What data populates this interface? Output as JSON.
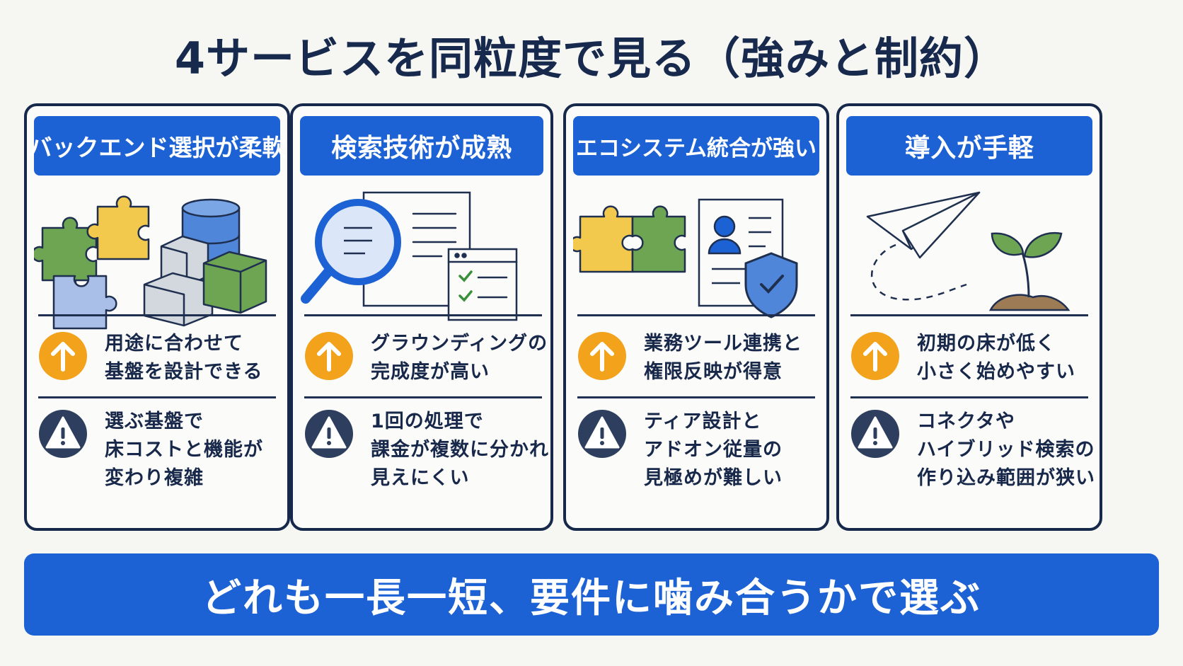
{
  "title": "4サービスを同粒度で見る（強みと制約）",
  "footer": "どれも一長一短、要件に噛み合うかで選ぶ",
  "colors": {
    "accent": "#1d62d4",
    "navy": "#17294a",
    "orange": "#f2a21b",
    "green": "#6da553",
    "yellow": "#f2c94c"
  },
  "cards": [
    {
      "header": "バックエンド選択が柔軟",
      "strength": "用途に合わせて\n基盤を設計できる",
      "limitation": "選ぶ基盤で\n床コストと機能が\n変わり複雑",
      "illustration_icon": "puzzle-database-icon"
    },
    {
      "header": "検索技術が成熟",
      "strength": "グラウンディングの\n完成度が高い",
      "limitation": "1回の処理で\n課金が複数に分かれ\n見えにくい",
      "illustration_icon": "magnifier-document-icon"
    },
    {
      "header": "エコシステム統合が強い",
      "strength": "業務ツール連携と\n権限反映が得意",
      "limitation": "ティア設計と\nアドオン従量の\n見極めが難しい",
      "illustration_icon": "puzzle-profile-shield-icon"
    },
    {
      "header": "導入が手軽",
      "strength": "初期の床が低く\n小さく始めやすい",
      "limitation": "コネクタや\nハイブリッド検索の\n作り込み範囲が狭い",
      "illustration_icon": "paper-plane-sprout-icon"
    }
  ]
}
